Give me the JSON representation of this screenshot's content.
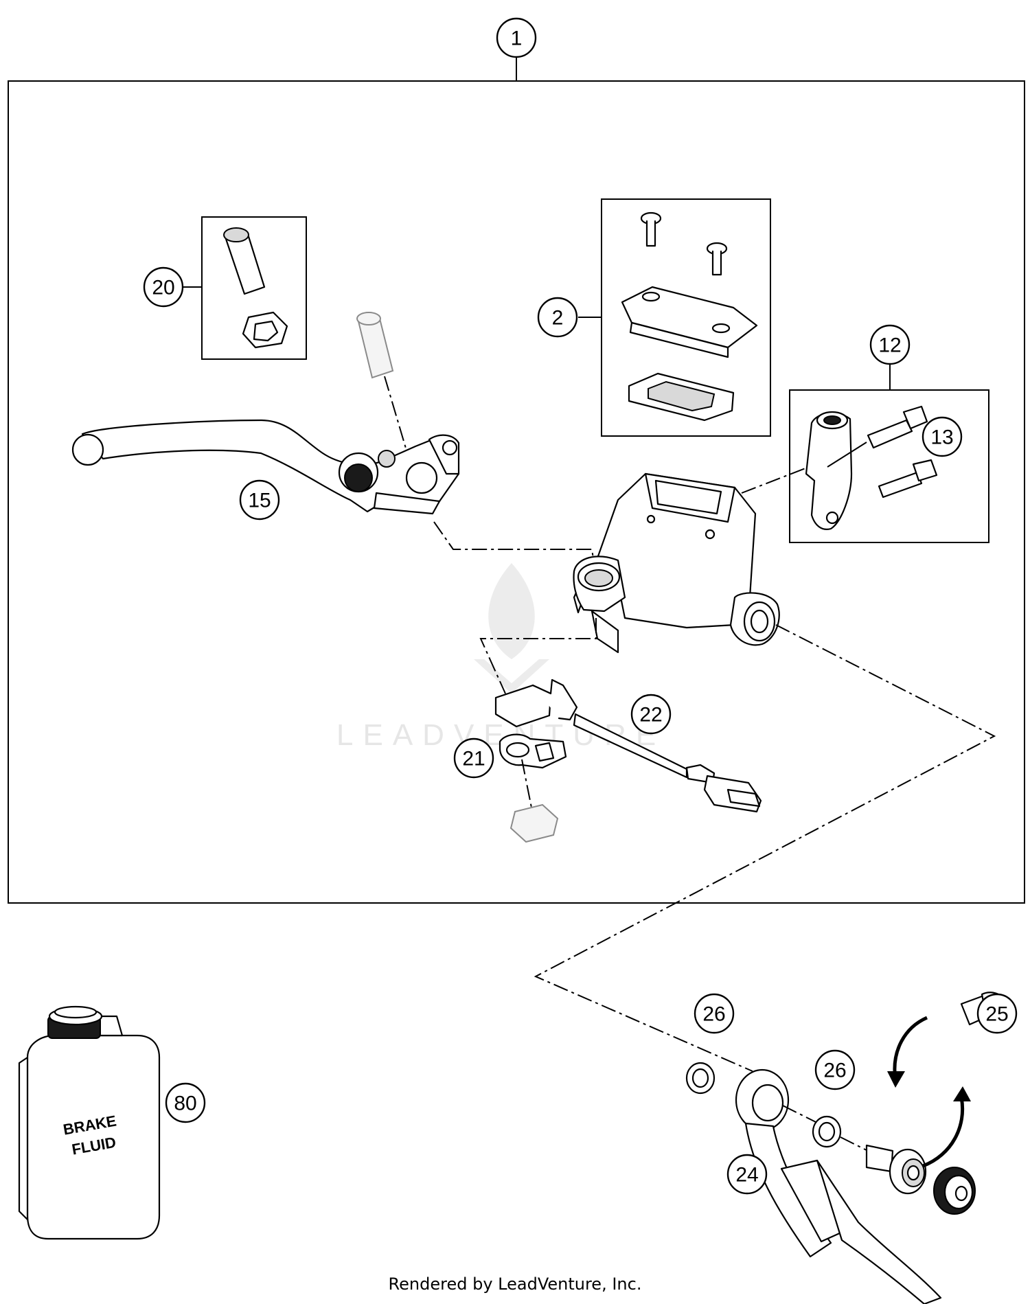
{
  "diagram": {
    "callouts": [
      "1",
      "2",
      "12",
      "13",
      "15",
      "20",
      "21",
      "22",
      "24",
      "25",
      "26",
      "26",
      "80"
    ],
    "bottle_label_line1": "BRAKE",
    "bottle_label_line2": "FLUID",
    "watermark": "LEADVENTURE",
    "footer": "Rendered by LeadVenture, Inc."
  }
}
